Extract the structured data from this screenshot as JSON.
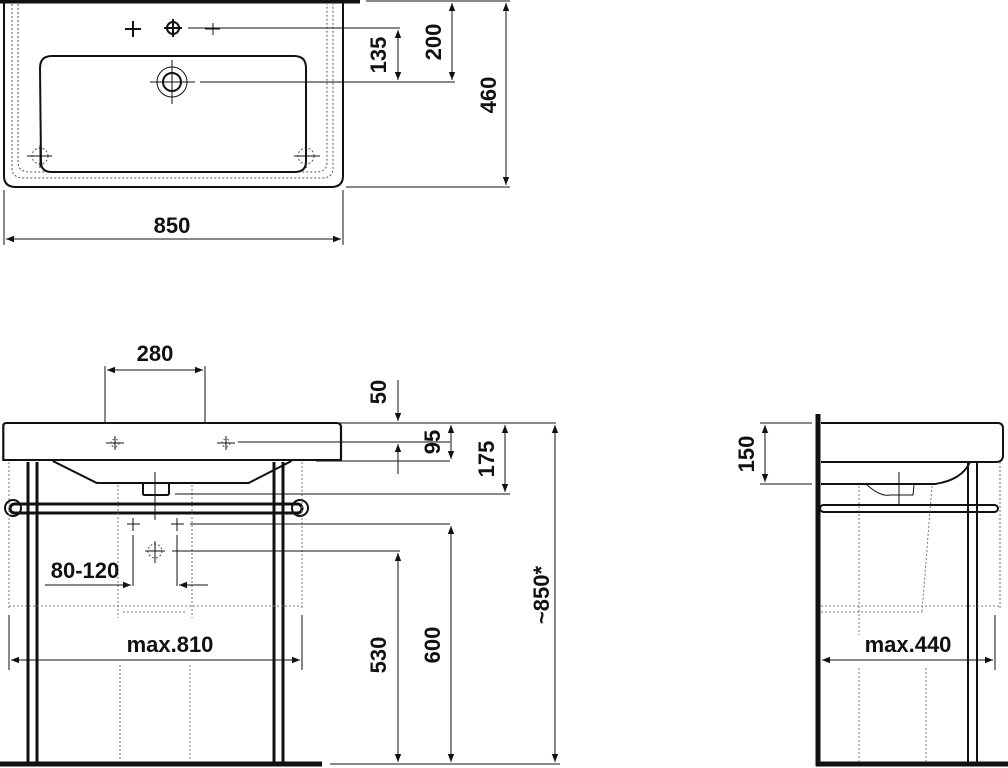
{
  "drawing": {
    "type": "technical-dimension-drawing",
    "subject": "washbasin with metal frame / towel rail",
    "units": "mm",
    "colors": {
      "line": "#111111",
      "hidden": "#777777",
      "background": "#ffffff"
    }
  },
  "top_view": {
    "width": "850",
    "depth": "460",
    "tap_hole_from_back": "200",
    "waste_from_tap": "135"
  },
  "front_view": {
    "tap_hole_spacing": "280",
    "tap_height_from_top": "50",
    "rim_to_tap": "95",
    "rim_to_waste": "175",
    "waste_adjust": "80-120",
    "frame_inner_width": "max.810",
    "waste_height_530": "530",
    "supply_height_600": "600",
    "total_height": "~850*"
  },
  "side_view": {
    "bowl_depth": "150",
    "frame_depth": "max.440"
  }
}
